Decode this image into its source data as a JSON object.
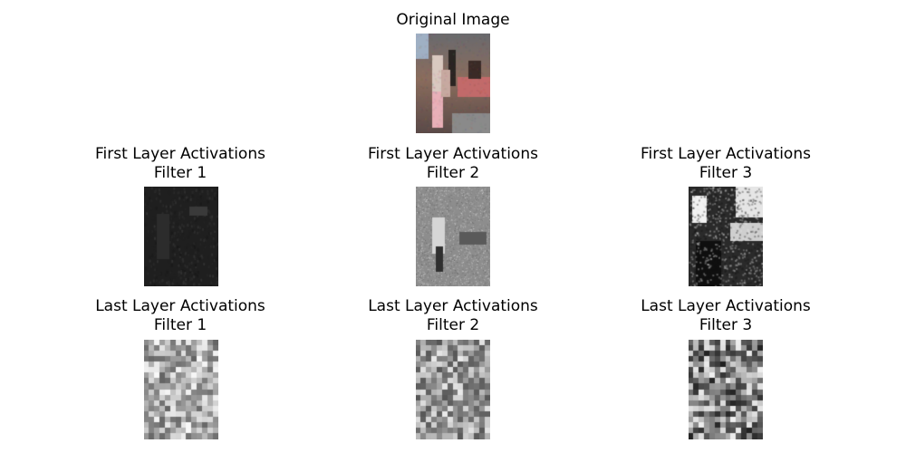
{
  "figure": {
    "original": {
      "title": "Original Image"
    },
    "first_layer": [
      {
        "title_line1": "First Layer Activations",
        "title_line2": "Filter 1"
      },
      {
        "title_line1": "First Layer Activations",
        "title_line2": "Filter 2"
      },
      {
        "title_line1": "First Layer Activations",
        "title_line2": "Filter 3"
      }
    ],
    "last_layer": [
      {
        "title_line1": "Last Layer Activations",
        "title_line2": "Filter 1"
      },
      {
        "title_line1": "Last Layer Activations",
        "title_line2": "Filter 2"
      },
      {
        "title_line1": "Last Layer Activations",
        "title_line2": "Filter 3"
      }
    ]
  }
}
